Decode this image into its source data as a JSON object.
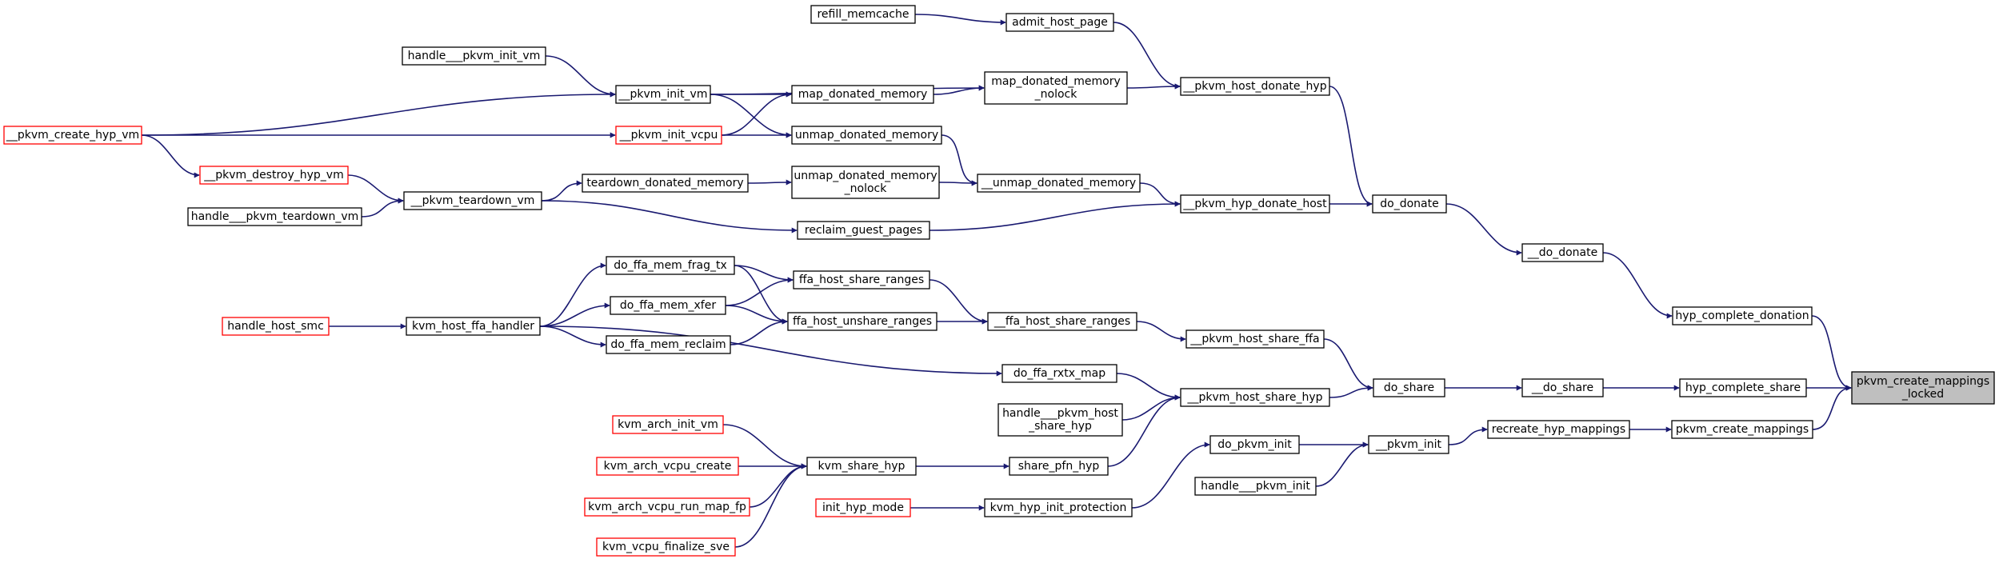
{
  "colors": {
    "edge": "#191970",
    "node_border": "#000000",
    "truncated_border": "#ff0000",
    "root_fill": "#bfbfbf",
    "node_fill": "#ffffff",
    "text": "#000000"
  },
  "nodes": {
    "n_root": {
      "lines": [
        "pkvm_create_mappings",
        "_locked"
      ],
      "kind": "root"
    },
    "n_refill_memcache": {
      "lines": [
        "refill_memcache"
      ],
      "kind": "normal"
    },
    "n_admit_host_page": {
      "lines": [
        "admit_host_page"
      ],
      "kind": "normal"
    },
    "n_handle_pkvm_init_vm": {
      "lines": [
        "handle___pkvm_init_vm"
      ],
      "kind": "normal"
    },
    "n_pkvm_init_vm": {
      "lines": [
        "__pkvm_init_vm"
      ],
      "kind": "normal"
    },
    "n_map_donated_memory": {
      "lines": [
        "map_donated_memory"
      ],
      "kind": "normal"
    },
    "n_map_donated_memory_nolock": {
      "lines": [
        "map_donated_memory",
        "_nolock"
      ],
      "kind": "normal"
    },
    "n_pkvm_host_donate_hyp": {
      "lines": [
        "__pkvm_host_donate_hyp"
      ],
      "kind": "normal"
    },
    "n_pkvm_create_hyp_vm": {
      "lines": [
        "__pkvm_create_hyp_vm"
      ],
      "kind": "truncated"
    },
    "n_pkvm_init_vcpu": {
      "lines": [
        "__pkvm_init_vcpu"
      ],
      "kind": "truncated"
    },
    "n_unmap_donated_memory": {
      "lines": [
        "unmap_donated_memory"
      ],
      "kind": "normal"
    },
    "n_pkvm_destroy_hyp_vm": {
      "lines": [
        "__pkvm_destroy_hyp_vm"
      ],
      "kind": "truncated"
    },
    "n_pkvm_teardown_vm": {
      "lines": [
        "__pkvm_teardown_vm"
      ],
      "kind": "normal"
    },
    "n_teardown_donated_memory": {
      "lines": [
        "teardown_donated_memory"
      ],
      "kind": "normal"
    },
    "n_unmap_donated_memory_nolock": {
      "lines": [
        "unmap_donated_memory",
        "_nolock"
      ],
      "kind": "normal"
    },
    "n_unmap_donated_memory_u": {
      "lines": [
        "__unmap_donated_memory"
      ],
      "kind": "normal"
    },
    "n_handle_pkvm_teardown_vm": {
      "lines": [
        "handle___pkvm_teardown_vm"
      ],
      "kind": "normal"
    },
    "n_reclaim_guest_pages": {
      "lines": [
        "reclaim_guest_pages"
      ],
      "kind": "normal"
    },
    "n_pkvm_hyp_donate_host": {
      "lines": [
        "__pkvm_hyp_donate_host"
      ],
      "kind": "normal"
    },
    "n_do_donate": {
      "lines": [
        "do_donate"
      ],
      "kind": "normal"
    },
    "n_do_donate_u": {
      "lines": [
        "__do_donate"
      ],
      "kind": "normal"
    },
    "n_hyp_complete_donation": {
      "lines": [
        "hyp_complete_donation"
      ],
      "kind": "normal"
    },
    "n_do_ffa_mem_frag_tx": {
      "lines": [
        "do_ffa_mem_frag_tx"
      ],
      "kind": "normal"
    },
    "n_ffa_host_share_ranges": {
      "lines": [
        "ffa_host_share_ranges"
      ],
      "kind": "normal"
    },
    "n_do_ffa_mem_xfer": {
      "lines": [
        "do_ffa_mem_xfer"
      ],
      "kind": "normal"
    },
    "n_handle_host_smc": {
      "lines": [
        "handle_host_smc"
      ],
      "kind": "truncated"
    },
    "n_kvm_host_ffa_handler": {
      "lines": [
        "kvm_host_ffa_handler"
      ],
      "kind": "normal"
    },
    "n_ffa_host_unshare_ranges": {
      "lines": [
        "ffa_host_unshare_ranges"
      ],
      "kind": "normal"
    },
    "n_ffa_host_share_ranges_u": {
      "lines": [
        "__ffa_host_share_ranges"
      ],
      "kind": "normal"
    },
    "n_do_ffa_mem_reclaim": {
      "lines": [
        "do_ffa_mem_reclaim"
      ],
      "kind": "normal"
    },
    "n_pkvm_host_share_ffa": {
      "lines": [
        "__pkvm_host_share_ffa"
      ],
      "kind": "normal"
    },
    "n_do_ffa_rxtx_map": {
      "lines": [
        "do_ffa_rxtx_map"
      ],
      "kind": "normal"
    },
    "n_do_share": {
      "lines": [
        "do_share"
      ],
      "kind": "normal"
    },
    "n_do_share_u": {
      "lines": [
        "__do_share"
      ],
      "kind": "normal"
    },
    "n_hyp_complete_share": {
      "lines": [
        "hyp_complete_share"
      ],
      "kind": "normal"
    },
    "n_pkvm_host_share_hyp": {
      "lines": [
        "__pkvm_host_share_hyp"
      ],
      "kind": "normal"
    },
    "n_handle_pkvm_host_share_hyp": {
      "lines": [
        "handle___pkvm_host",
        "_share_hyp"
      ],
      "kind": "normal"
    },
    "n_kvm_arch_init_vm": {
      "lines": [
        "kvm_arch_init_vm"
      ],
      "kind": "truncated"
    },
    "n_kvm_arch_vcpu_create": {
      "lines": [
        "kvm_arch_vcpu_create"
      ],
      "kind": "truncated"
    },
    "n_kvm_share_hyp": {
      "lines": [
        "kvm_share_hyp"
      ],
      "kind": "normal"
    },
    "n_share_pfn_hyp": {
      "lines": [
        "share_pfn_hyp"
      ],
      "kind": "normal"
    },
    "n_kvm_arch_vcpu_run_map_fp": {
      "lines": [
        "kvm_arch_vcpu_run_map_fp"
      ],
      "kind": "truncated"
    },
    "n_kvm_vcpu_finalize_sve": {
      "lines": [
        "kvm_vcpu_finalize_sve"
      ],
      "kind": "truncated"
    },
    "n_do_pkvm_init": {
      "lines": [
        "do_pkvm_init"
      ],
      "kind": "normal"
    },
    "n_pkvm_init": {
      "lines": [
        "__pkvm_init"
      ],
      "kind": "normal"
    },
    "n_recreate_hyp_mappings": {
      "lines": [
        "recreate_hyp_mappings"
      ],
      "kind": "normal"
    },
    "n_pkvm_create_mappings": {
      "lines": [
        "pkvm_create_mappings"
      ],
      "kind": "normal"
    },
    "n_handle_pkvm_init": {
      "lines": [
        "handle___pkvm_init"
      ],
      "kind": "normal"
    },
    "n_init_hyp_mode": {
      "lines": [
        "init_hyp_mode"
      ],
      "kind": "truncated"
    },
    "n_kvm_hyp_init_protection": {
      "lines": [
        "kvm_hyp_init_protection"
      ],
      "kind": "normal"
    }
  },
  "edges": [
    [
      "n_refill_memcache",
      "n_admit_host_page"
    ],
    [
      "n_admit_host_page",
      "n_pkvm_host_donate_hyp"
    ],
    [
      "n_handle_pkvm_init_vm",
      "n_pkvm_init_vm"
    ],
    [
      "n_pkvm_create_hyp_vm",
      "n_pkvm_init_vm"
    ],
    [
      "n_pkvm_init_vm",
      "n_map_donated_memory"
    ],
    [
      "n_pkvm_init_vm",
      "n_map_donated_memory_nolock"
    ],
    [
      "n_pkvm_init_vm",
      "n_unmap_donated_memory"
    ],
    [
      "n_pkvm_create_hyp_vm",
      "n_pkvm_init_vcpu"
    ],
    [
      "n_pkvm_create_hyp_vm",
      "n_pkvm_destroy_hyp_vm"
    ],
    [
      "n_pkvm_init_vcpu",
      "n_map_donated_memory"
    ],
    [
      "n_pkvm_init_vcpu",
      "n_unmap_donated_memory"
    ],
    [
      "n_map_donated_memory",
      "n_map_donated_memory_nolock"
    ],
    [
      "n_map_donated_memory_nolock",
      "n_pkvm_host_donate_hyp"
    ],
    [
      "n_unmap_donated_memory",
      "n_unmap_donated_memory_u"
    ],
    [
      "n_pkvm_destroy_hyp_vm",
      "n_pkvm_teardown_vm"
    ],
    [
      "n_handle_pkvm_teardown_vm",
      "n_pkvm_teardown_vm"
    ],
    [
      "n_pkvm_teardown_vm",
      "n_teardown_donated_memory"
    ],
    [
      "n_pkvm_teardown_vm",
      "n_reclaim_guest_pages"
    ],
    [
      "n_teardown_donated_memory",
      "n_unmap_donated_memory_nolock"
    ],
    [
      "n_unmap_donated_memory_nolock",
      "n_unmap_donated_memory_u"
    ],
    [
      "n_unmap_donated_memory_u",
      "n_pkvm_hyp_donate_host"
    ],
    [
      "n_reclaim_guest_pages",
      "n_pkvm_hyp_donate_host"
    ],
    [
      "n_pkvm_host_donate_hyp",
      "n_do_donate"
    ],
    [
      "n_pkvm_hyp_donate_host",
      "n_do_donate"
    ],
    [
      "n_do_donate",
      "n_do_donate_u"
    ],
    [
      "n_do_donate_u",
      "n_hyp_complete_donation"
    ],
    [
      "n_hyp_complete_donation",
      "n_root"
    ],
    [
      "n_handle_host_smc",
      "n_kvm_host_ffa_handler"
    ],
    [
      "n_kvm_host_ffa_handler",
      "n_do_ffa_mem_frag_tx"
    ],
    [
      "n_kvm_host_ffa_handler",
      "n_do_ffa_mem_xfer"
    ],
    [
      "n_kvm_host_ffa_handler",
      "n_do_ffa_mem_reclaim"
    ],
    [
      "n_kvm_host_ffa_handler",
      "n_do_ffa_rxtx_map"
    ],
    [
      "n_do_ffa_mem_frag_tx",
      "n_ffa_host_share_ranges"
    ],
    [
      "n_do_ffa_mem_frag_tx",
      "n_ffa_host_unshare_ranges"
    ],
    [
      "n_do_ffa_mem_xfer",
      "n_ffa_host_share_ranges"
    ],
    [
      "n_do_ffa_mem_xfer",
      "n_ffa_host_unshare_ranges"
    ],
    [
      "n_do_ffa_mem_reclaim",
      "n_ffa_host_unshare_ranges"
    ],
    [
      "n_ffa_host_share_ranges",
      "n_ffa_host_share_ranges_u"
    ],
    [
      "n_ffa_host_unshare_ranges",
      "n_ffa_host_share_ranges_u"
    ],
    [
      "n_ffa_host_share_ranges_u",
      "n_pkvm_host_share_ffa"
    ],
    [
      "n_pkvm_host_share_ffa",
      "n_do_share"
    ],
    [
      "n_do_ffa_rxtx_map",
      "n_pkvm_host_share_hyp"
    ],
    [
      "n_handle_pkvm_host_share_hyp",
      "n_pkvm_host_share_hyp"
    ],
    [
      "n_share_pfn_hyp",
      "n_pkvm_host_share_hyp"
    ],
    [
      "n_pkvm_host_share_hyp",
      "n_do_share"
    ],
    [
      "n_do_share",
      "n_do_share_u"
    ],
    [
      "n_do_share_u",
      "n_hyp_complete_share"
    ],
    [
      "n_hyp_complete_share",
      "n_root"
    ],
    [
      "n_kvm_arch_init_vm",
      "n_kvm_share_hyp"
    ],
    [
      "n_kvm_arch_vcpu_create",
      "n_kvm_share_hyp"
    ],
    [
      "n_kvm_arch_vcpu_run_map_fp",
      "n_kvm_share_hyp"
    ],
    [
      "n_kvm_vcpu_finalize_sve",
      "n_kvm_share_hyp"
    ],
    [
      "n_kvm_share_hyp",
      "n_share_pfn_hyp"
    ],
    [
      "n_init_hyp_mode",
      "n_kvm_hyp_init_protection"
    ],
    [
      "n_kvm_hyp_init_protection",
      "n_do_pkvm_init"
    ],
    [
      "n_do_pkvm_init",
      "n_pkvm_init"
    ],
    [
      "n_handle_pkvm_init",
      "n_pkvm_init"
    ],
    [
      "n_pkvm_init",
      "n_recreate_hyp_mappings"
    ],
    [
      "n_recreate_hyp_mappings",
      "n_pkvm_create_mappings"
    ],
    [
      "n_pkvm_create_mappings",
      "n_root"
    ]
  ]
}
